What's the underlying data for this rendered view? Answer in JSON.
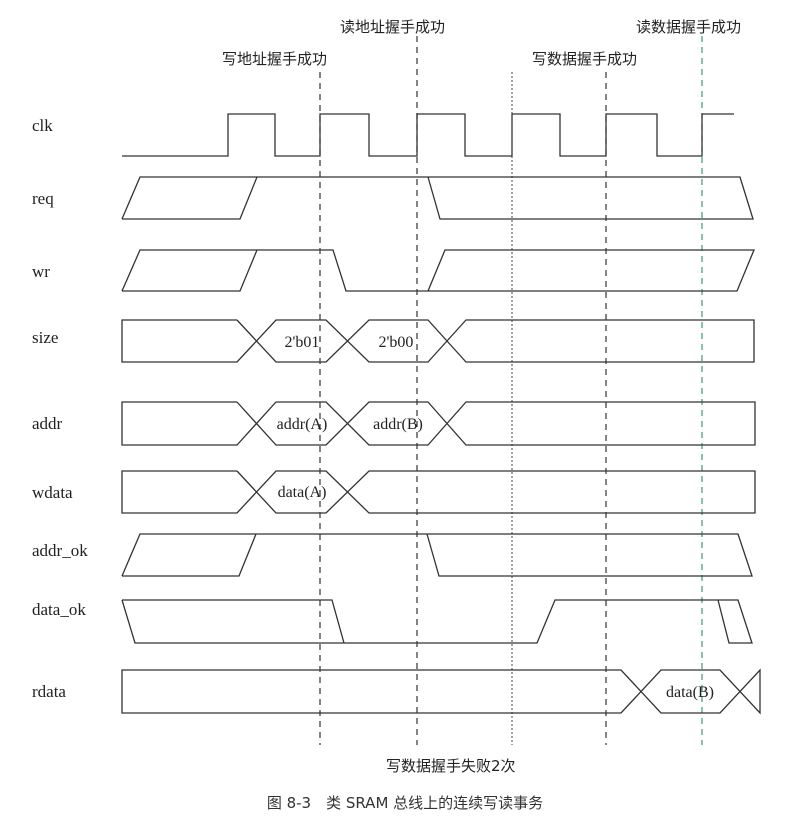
{
  "annotations": {
    "read_addr_ok": "读地址握手成功",
    "write_addr_ok": "写地址握手成功",
    "write_data_ok": "写数据握手成功",
    "read_data_ok": "读数据握手成功",
    "write_data_fail": "写数据握手失败2次"
  },
  "signals": {
    "clk": "clk",
    "req": "req",
    "wr": "wr",
    "size": "size",
    "addr": "addr",
    "wdata": "wdata",
    "addr_ok": "addr_ok",
    "data_ok": "data_ok",
    "rdata": "rdata"
  },
  "values": {
    "size_a": "2'b01",
    "size_b": "2'b00",
    "addr_a": "addr(A)",
    "addr_b": "addr(B)",
    "wdata_a": "data(A)",
    "rdata_b": "data(B)"
  },
  "caption": "图 8-3　类 SRAM 总线上的连续写读事务"
}
